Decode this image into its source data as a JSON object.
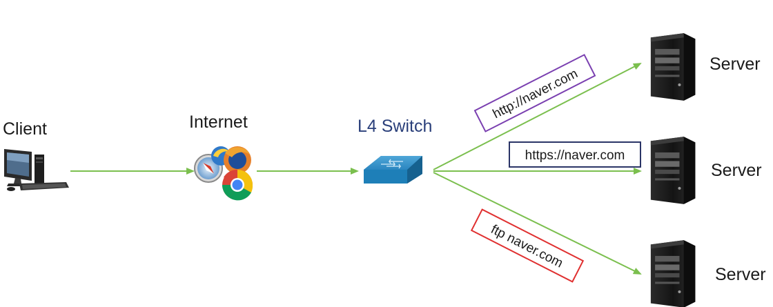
{
  "nodes": {
    "client": {
      "label": "Client",
      "icon": "desktop-computer-icon"
    },
    "internet": {
      "label": "Internet",
      "icon": "web-browsers-icon"
    },
    "switch": {
      "label": "L4 Switch",
      "icon": "network-switch-icon",
      "label_color": "#2a3f7a"
    },
    "servers": [
      {
        "label": "Server",
        "icon": "server-tower-icon"
      },
      {
        "label": "Server",
        "icon": "server-tower-icon"
      },
      {
        "label": "Server",
        "icon": "server-tower-icon"
      }
    ]
  },
  "routes": [
    {
      "label": "http://naver.com",
      "border_color": "#7a3fb0"
    },
    {
      "label": "https://naver.com",
      "border_color": "#2a3466"
    },
    {
      "label": "ftp naver.com",
      "border_color": "#e03030"
    }
  ],
  "colors": {
    "arrow": "#7bbf4e",
    "switch_body": "#1e7fb8"
  }
}
